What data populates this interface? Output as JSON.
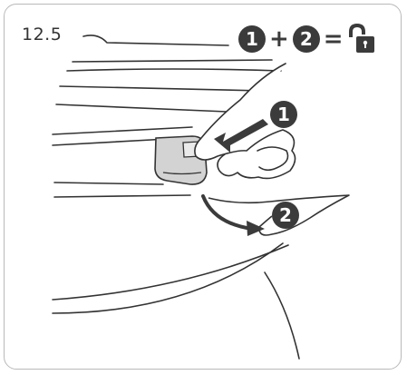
{
  "step": {
    "label": "12.5"
  },
  "formula": {
    "first": "1",
    "plus": "+",
    "second": "2",
    "equals": "=",
    "result_icon": "unlocked-padlock-icon"
  },
  "callouts": {
    "press": "1",
    "swing": "2"
  },
  "colors": {
    "ink": "#3b3b3b",
    "line": "#333333",
    "frame": "#b9b9b9",
    "part_gray": "#d3d3d3"
  }
}
